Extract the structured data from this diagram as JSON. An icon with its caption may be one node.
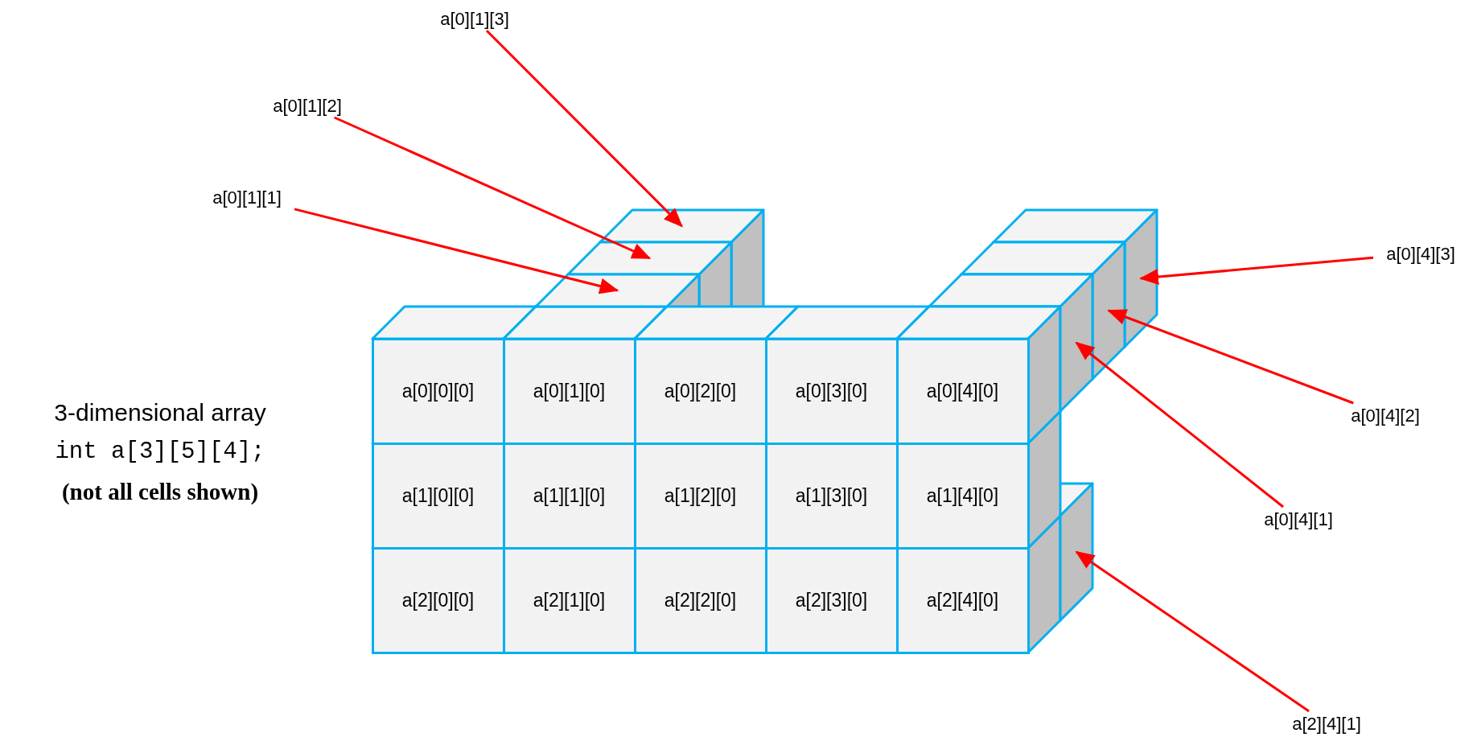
{
  "diagram": {
    "nodes": [
      {
        "text": [
          "a[0][0][0]"
        ]
      },
      {
        "text": [
          "a[0][1][0]"
        ]
      },
      {
        "text": [
          "a[0][2][0]"
        ]
      },
      {
        "text": [
          "a[0][3][0]"
        ]
      },
      {
        "text": [
          "a[0][4][0]"
        ]
      },
      {
        "text": [
          "a[1][0][0]"
        ]
      },
      {
        "text": [
          "a[1][1][0]"
        ]
      },
      {
        "text": [
          "a[1][2][0]"
        ]
      },
      {
        "text": [
          "a[1][3][0]"
        ]
      },
      {
        "text": [
          "a[1][4][0]"
        ]
      },
      {
        "text": [
          "a[2][0][0]"
        ]
      },
      {
        "text": [
          "a[2][1][0]"
        ]
      },
      {
        "text": [
          "a[2][2][0]"
        ]
      },
      {
        "text": [
          "a[2][3][0]"
        ]
      },
      {
        "text": [
          "a[2][4][0]"
        ]
      },
      {
        "text": [
          "a[0][1][3]"
        ]
      },
      {
        "text": [
          "a[0][1][2]"
        ]
      },
      {
        "text": [
          "a[0][1][1]"
        ]
      },
      {
        "text": [
          "a[0][4][3]"
        ]
      },
      {
        "text": [
          "a[0][4][2]"
        ]
      },
      {
        "text": [
          "a[0][4][1]"
        ]
      },
      {
        "text": [
          "a[2][4][1]"
        ]
      },
      {
        "text": [],
        "shape": "box"
      },
      {
        "text": [],
        "shape": "box"
      },
      {
        "text": [],
        "shape": "box"
      },
      {
        "text": [],
        "shape": "box"
      },
      {
        "text": [],
        "shape": "box"
      },
      {
        "text": [],
        "shape": "box"
      },
      {
        "text": [],
        "shape": "box"
      }
    ],
    "edges": [
      {
        "from": 15,
        "to": 22,
        "arrow": "to"
      },
      {
        "from": 16,
        "to": 23,
        "arrow": "to"
      },
      {
        "from": 17,
        "to": 24,
        "arrow": "to"
      },
      {
        "from": 18,
        "to": 25,
        "arrow": "to"
      },
      {
        "from": 19,
        "to": 26,
        "arrow": "to"
      },
      {
        "from": 20,
        "to": 27,
        "arrow": "to"
      },
      {
        "from": 21,
        "to": 28,
        "arrow": "to"
      }
    ],
    "labels": [
      "3-dimensional array",
      "int a[3][5][4];",
      "(not all cells shown)"
    ]
  }
}
